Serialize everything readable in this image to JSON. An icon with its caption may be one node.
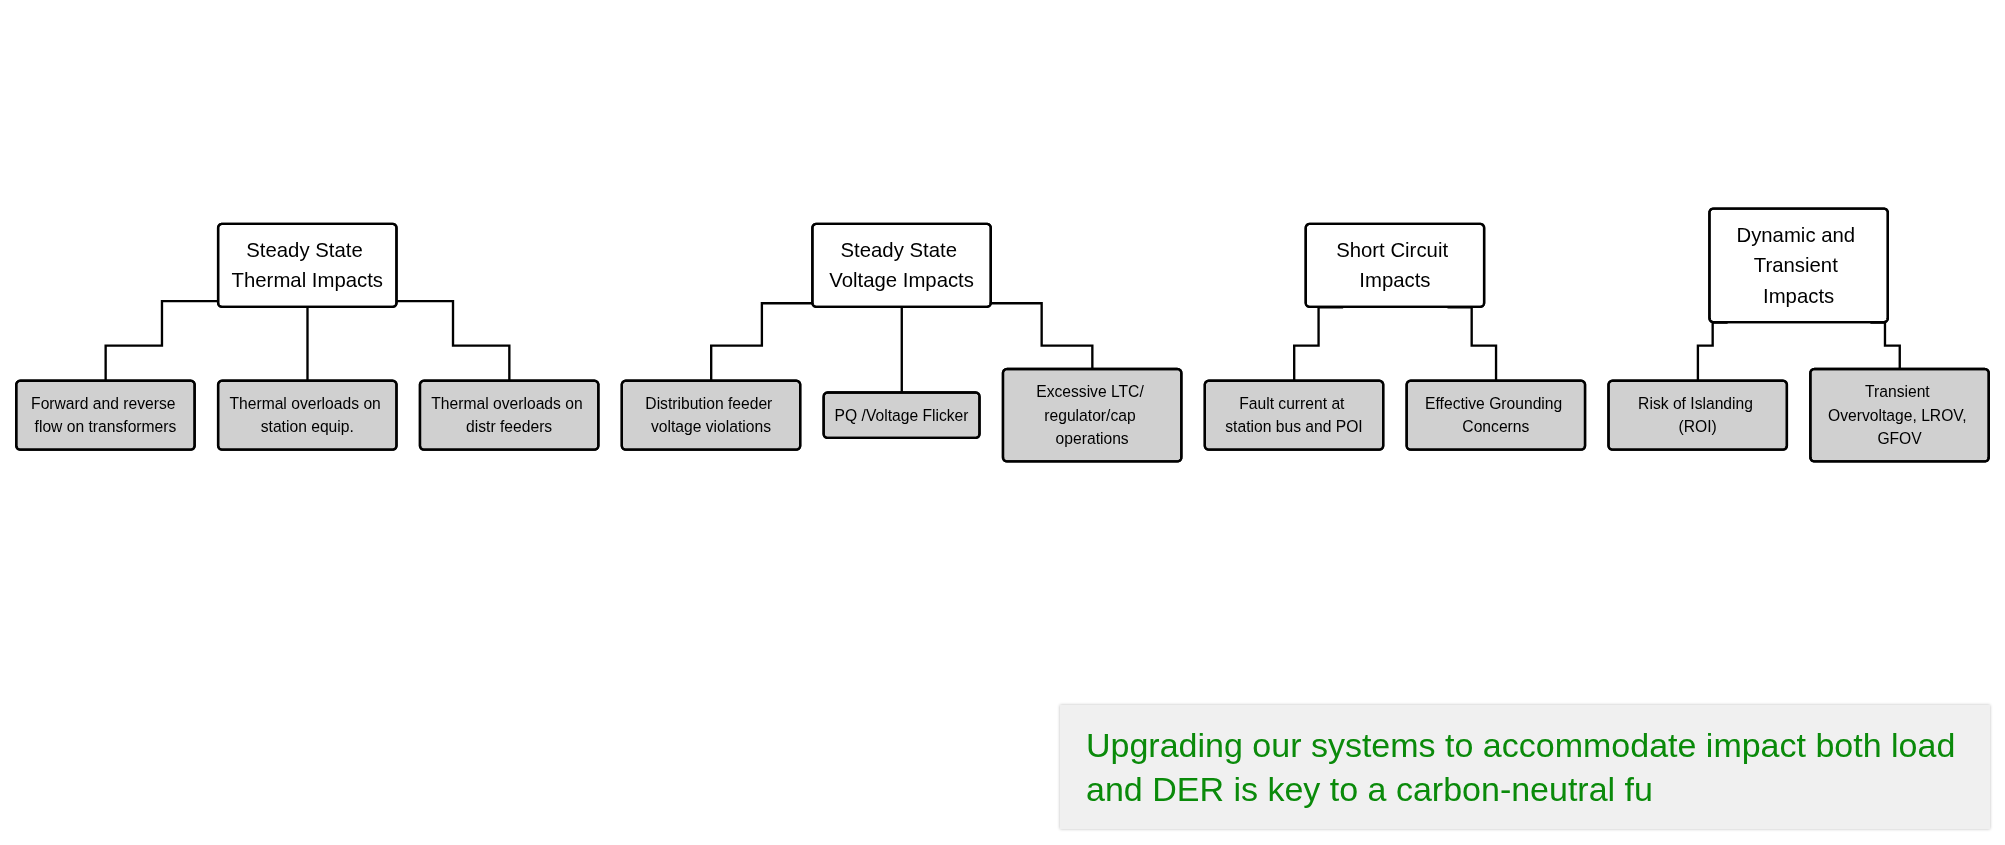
{
  "diagram": {
    "nodes": [
      {
        "text": [
          "Steady State Thermal Impacts"
        ]
      },
      {
        "text": [
          "Forward and reverse flow on transformers"
        ]
      },
      {
        "text": [
          "Thermal overloads on station equip."
        ]
      },
      {
        "text": [
          "Thermal overloads on distr feeders"
        ]
      },
      {
        "text": [
          "Steady State Voltage Impacts"
        ]
      },
      {
        "text": [
          "Distribution feeder voltage violations"
        ]
      },
      {
        "text": [
          "PQ /Voltage Flicker"
        ]
      },
      {
        "text": [
          "Excessive LTC/ regulator/cap operations"
        ]
      },
      {
        "text": [
          "Short Circuit Impacts"
        ]
      },
      {
        "text": [
          "Fault current at station bus and POI"
        ]
      },
      {
        "text": [
          "Effective Grounding Concerns"
        ]
      },
      {
        "text": [
          "Dynamic and Transient Impacts"
        ]
      },
      {
        "text": [
          "Risk of Islanding (ROI)"
        ]
      },
      {
        "text": [
          "Transient Overvoltage, LROV, GFOV"
        ]
      }
    ],
    "edges": [
      {
        "from": 0,
        "to": 1,
        "arrow": "none"
      },
      {
        "from": 0,
        "to": 2,
        "arrow": "none"
      },
      {
        "from": 0,
        "to": 3,
        "arrow": "none"
      },
      {
        "from": 4,
        "to": 5,
        "arrow": "none"
      },
      {
        "from": 4,
        "to": 6,
        "arrow": "none"
      },
      {
        "from": 4,
        "to": 7,
        "arrow": "none"
      },
      {
        "from": 8,
        "to": 9,
        "arrow": "none"
      },
      {
        "from": 8,
        "to": 10,
        "arrow": "none"
      },
      {
        "from": 11,
        "to": 12,
        "arrow": "none"
      },
      {
        "from": 11,
        "to": 13,
        "arrow": "none"
      }
    ],
    "labels": [
      "Upgrading our systems to accommodate impact both load and DER is key to a carbon-neutral fu"
    ]
  }
}
